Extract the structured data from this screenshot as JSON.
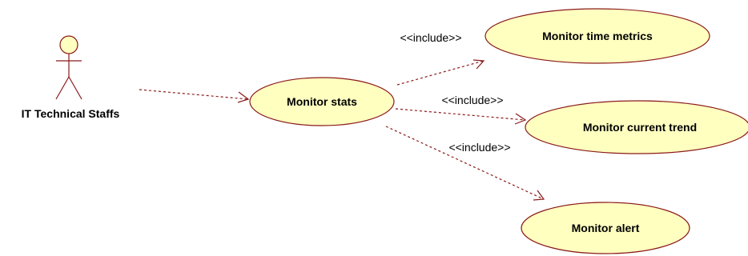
{
  "colors": {
    "use_case_fill": "#ffffc0",
    "use_case_stroke": "#8b1a1a",
    "actor_fill": "#ffffc0",
    "actor_stroke": "#8b1a1a",
    "relation_stroke": "#8b1a1a"
  },
  "actor": {
    "name": "IT Technical Staffs"
  },
  "use_cases": {
    "monitor_stats": "Monitor stats",
    "monitor_time_metrics": "Monitor time metrics",
    "monitor_current_trend": "Monitor current trend",
    "monitor_alert": "Monitor alert"
  },
  "relations": {
    "include_time_metrics": "<<include>>",
    "include_current_trend": "<<include>>",
    "include_alert": "<<include>>"
  }
}
